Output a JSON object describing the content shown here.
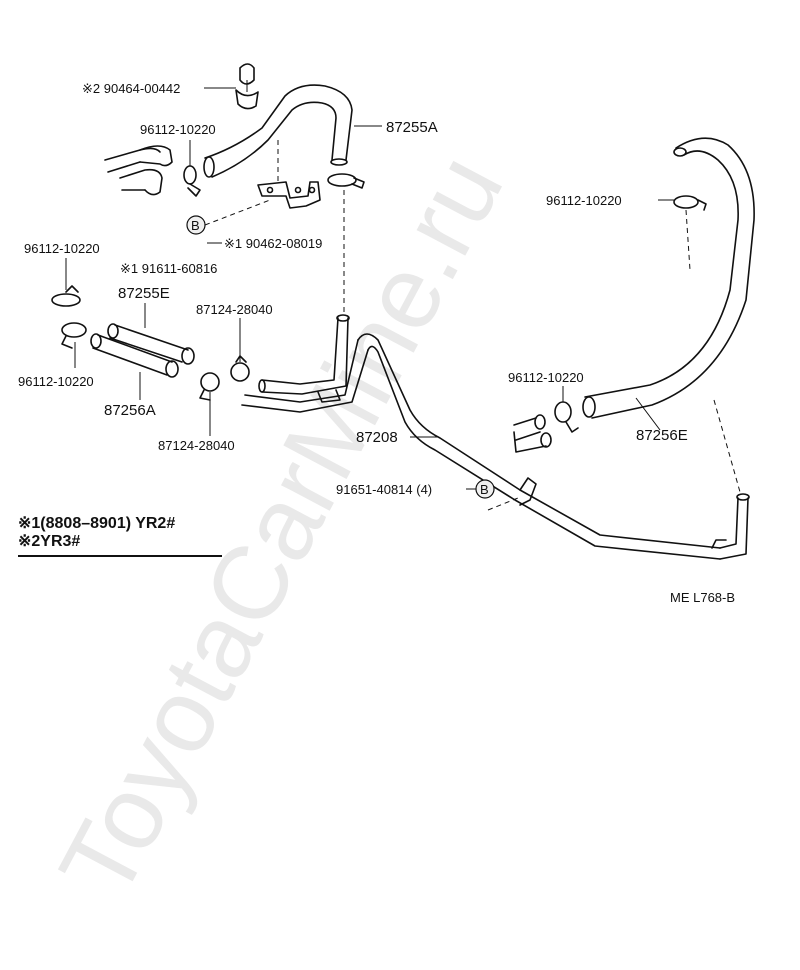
{
  "watermark": "ToyotaCarMine.ru",
  "callouts": {
    "hose_upper_left_code": "87255A",
    "clamp_top_note2": "※2 90464-00442",
    "clamp_upper_left": "96112-10220",
    "bracket_b_ref": "B",
    "bracket_note1_bolt": "※1 90462-08019",
    "bracket_note1_nut": "※1 91611-60816",
    "clamp_left_top": "96112-10220",
    "hose_pair_upper": "87255E",
    "clamp_pair_mid": "87124-28040",
    "clamp_left_bottom": "96112-10220",
    "hose_pair_lower": "87256A",
    "clamp_pair_bottom": "87124-28040",
    "pipe_main": "87208",
    "bolt_b": "91651-40814 (4)",
    "bolt_b_ref": "B",
    "clamp_right_top": "96112-10220",
    "clamp_right_mid": "96112-10220",
    "hose_right": "87256E"
  },
  "notes": {
    "note1": "※1(8808–8901) YR2#",
    "note2": "※2YR3#"
  },
  "figure_code": "ME  L768-B"
}
